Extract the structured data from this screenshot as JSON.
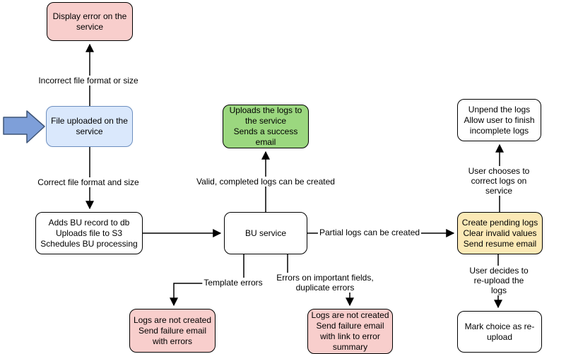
{
  "diagram": {
    "type": "flowchart",
    "colors": {
      "pink_fill": "#F8CECC",
      "blue_fill": "#DAE8FC",
      "blue_border": "#6C8EBF",
      "green_fill": "#9BD77F",
      "yellow_fill": "#FBE9B6",
      "white_fill": "#FFFFFF",
      "line_color": "#000000",
      "entry_arrow_fill": "#7E9FD9",
      "entry_arrow_border": "#3F5577"
    },
    "icons": {
      "entry_arrow": "block-arrow-right"
    },
    "nodes": {
      "display_error": {
        "text": "Display error on the\nservice"
      },
      "file_uploaded": {
        "text": "File uploaded on the\nservice"
      },
      "adds_bu_record": {
        "text": "Adds BU record to db\nUploads file to S3\nSchedules BU processing"
      },
      "uploads_logs": {
        "text": "Uploads the logs to\nthe service\nSends a success\nemail"
      },
      "bu_service": {
        "text": "BU service"
      },
      "create_pending": {
        "text": "Create pending logs\nClear invalid values\nSend resume email"
      },
      "unpend_logs": {
        "text": "Unpend the logs\nAllow user to finish\nincomplete logs"
      },
      "logs_not_created_errors": {
        "text": "Logs are not created\nSend failure email\nwith errors"
      },
      "logs_not_created_summary": {
        "text": "Logs are not created\nSend failure email\nwith link to error\nsummary"
      },
      "mark_reupload": {
        "text": "Mark choice as re-\nupload"
      }
    },
    "labels": {
      "incorrect_format": {
        "text": "Incorrect file format or size"
      },
      "correct_format": {
        "text": "Correct file format and size"
      },
      "valid_completed": {
        "text": "Valid, completed logs can be created"
      },
      "partial_logs": {
        "text": "Partial logs can be created"
      },
      "template_errors": {
        "text": "Template errors"
      },
      "important_fields": {
        "text": "Errors on important fields,\nduplicate errors"
      },
      "user_corrects": {
        "text": "User chooses to correct logs on service"
      },
      "user_reuploads": {
        "text": "User decides to re-upload the logs"
      }
    }
  }
}
